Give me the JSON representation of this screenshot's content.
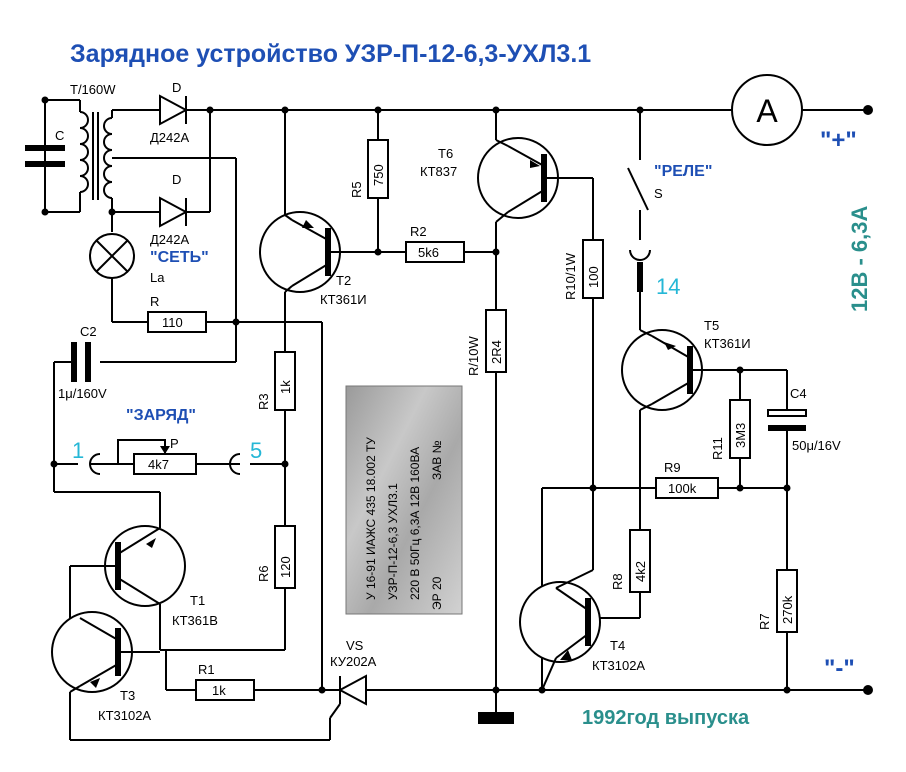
{
  "title": "Зарядное устройство  УЗР-П-12-6,3-УХЛ3.1",
  "footer": "1992год выпуска",
  "output": {
    "plus": "\"+\"",
    "minus": "\"-\"",
    "rating": "12В - 6,3А",
    "ammeter": "A"
  },
  "labels": {
    "transformer": "Т/160W",
    "cap_c": "C",
    "diode_letter": "D",
    "diode_top": "Д242А",
    "diode_bottom": "Д242А",
    "lamp_caption": "\"СЕТЬ\"",
    "lamp_name": "La",
    "r_name": "R",
    "r_value": "110",
    "c2_name": "C2",
    "c2_value": "1μ/160V",
    "charge_caption": "\"ЗАРЯД\"",
    "pot_name": "P",
    "pot_value": "4k7",
    "pin_1": "1",
    "pin_5": "5",
    "pin_14": "14",
    "r5_name": "R5",
    "r5_value": "750",
    "t6_name": "T6",
    "t6_type": "КТ837",
    "r2_name": "R2",
    "r2_value": "5k6",
    "t2_name": "T2",
    "t2_type": "КТ361И",
    "r3_name": "R3",
    "r3_value": "1k",
    "r6_name": "R6",
    "r6_value": "120",
    "r4_name": "R/10W",
    "r4_value": "2R4",
    "r10_name": "R10/1W",
    "r10_value": "100",
    "relay_caption": "\"РЕЛЕ\"",
    "relay_s": "S",
    "t5_name": "T5",
    "t5_type": "КТ361И",
    "c4_name": "C4",
    "c4_value": "50μ/16V",
    "r11_name": "R11",
    "r11_value": "3M3",
    "r9_name": "R9",
    "r9_value": "100k",
    "r8_name": "R8",
    "r8_value": "4k2",
    "r7_name": "R7",
    "r7_value": "270k",
    "t4_name": "T4",
    "t4_type": "КТ3102А",
    "t1_name": "T1",
    "t1_type": "КТ361В",
    "t3_name": "T3",
    "t3_type": "КТ3102А",
    "r1_name": "R1",
    "r1_value": "1k",
    "vs_name": "VS",
    "vs_type": "КУ202А"
  },
  "plate": {
    "lines": [
      "У 16-91  ИАЖС 435 18.002 ТУ",
      "УЗР-П-12-6,3 УХЛ3.1",
      "220 В  50Гц 6,3А 12В 160ВА",
      "ЗАВ №",
      "ЭР 20"
    ]
  }
}
